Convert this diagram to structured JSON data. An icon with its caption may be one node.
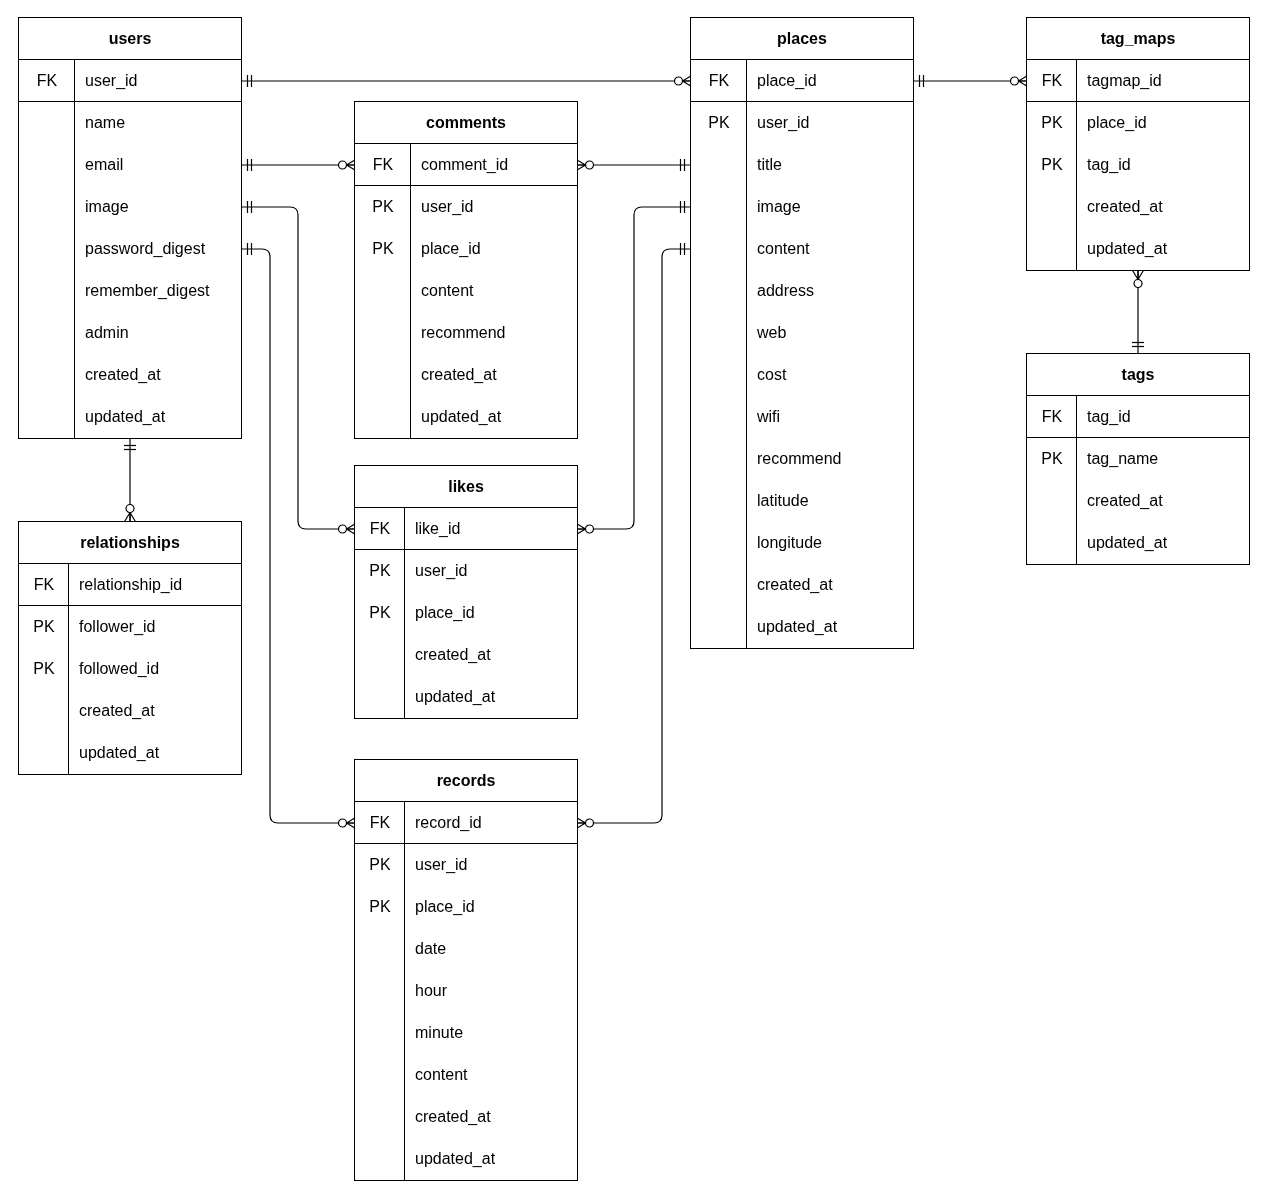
{
  "diagram": {
    "nodes": [
      {
        "text": [
          "users"
        ]
      },
      {
        "text": [
          "FK",
          "user_id"
        ],
        "in": 0
      },
      {
        "text": [
          "name"
        ],
        "in": 0
      },
      {
        "text": [
          "email"
        ],
        "in": 0
      },
      {
        "text": [
          "image"
        ],
        "in": 0
      },
      {
        "text": [
          "password_digest"
        ],
        "in": 0
      },
      {
        "text": [
          "remember_digest"
        ],
        "in": 0
      },
      {
        "text": [
          "admin"
        ],
        "in": 0
      },
      {
        "text": [
          "created_at"
        ],
        "in": 0
      },
      {
        "text": [
          "updated_at"
        ],
        "in": 0
      },
      {
        "text": [
          "comments"
        ]
      },
      {
        "text": [
          "FK",
          "comment_id"
        ],
        "in": 10
      },
      {
        "text": [
          "PK",
          "user_id"
        ],
        "in": 10
      },
      {
        "text": [
          "PK",
          "place_id"
        ],
        "in": 10
      },
      {
        "text": [
          "content"
        ],
        "in": 10
      },
      {
        "text": [
          "recommend"
        ],
        "in": 10
      },
      {
        "text": [
          "created_at"
        ],
        "in": 10
      },
      {
        "text": [
          "updated_at"
        ],
        "in": 10
      },
      {
        "text": [
          "places"
        ]
      },
      {
        "text": [
          "FK",
          "place_id"
        ],
        "in": 18
      },
      {
        "text": [
          "PK",
          "user_id"
        ],
        "in": 18
      },
      {
        "text": [
          "title"
        ],
        "in": 18
      },
      {
        "text": [
          "image"
        ],
        "in": 18
      },
      {
        "text": [
          "content"
        ],
        "in": 18
      },
      {
        "text": [
          "address"
        ],
        "in": 18
      },
      {
        "text": [
          "web"
        ],
        "in": 18
      },
      {
        "text": [
          "cost"
        ],
        "in": 18
      },
      {
        "text": [
          "wifi"
        ],
        "in": 18
      },
      {
        "text": [
          "recommend"
        ],
        "in": 18
      },
      {
        "text": [
          "latitude"
        ],
        "in": 18
      },
      {
        "text": [
          "longitude"
        ],
        "in": 18
      },
      {
        "text": [
          "created_at"
        ],
        "in": 18
      },
      {
        "text": [
          "updated_at"
        ],
        "in": 18
      },
      {
        "text": [
          "tag_maps"
        ]
      },
      {
        "text": [
          "FK",
          "tagmap_id"
        ],
        "in": 33
      },
      {
        "text": [
          "PK",
          "place_id"
        ],
        "in": 33
      },
      {
        "text": [
          "PK",
          "tag_id"
        ],
        "in": 33
      },
      {
        "text": [
          "created_at"
        ],
        "in": 33
      },
      {
        "text": [
          "updated_at"
        ],
        "in": 33
      },
      {
        "text": [
          "relationships"
        ]
      },
      {
        "text": [
          "FK",
          "relationship_id"
        ],
        "in": 39
      },
      {
        "text": [
          "PK",
          "follower_id"
        ],
        "in": 39
      },
      {
        "text": [
          "PK",
          "followed_id"
        ],
        "in": 39
      },
      {
        "text": [
          "created_at"
        ],
        "in": 39
      },
      {
        "text": [
          "updated_at"
        ],
        "in": 39
      },
      {
        "text": [
          "likes"
        ]
      },
      {
        "text": [
          "FK",
          "like_id"
        ],
        "in": 45
      },
      {
        "text": [
          "PK",
          "user_id"
        ],
        "in": 45
      },
      {
        "text": [
          "PK",
          "place_id"
        ],
        "in": 45
      },
      {
        "text": [
          "created_at"
        ],
        "in": 45
      },
      {
        "text": [
          "updated_at"
        ],
        "in": 45
      },
      {
        "text": [
          "tags"
        ]
      },
      {
        "text": [
          "FK",
          "tag_id"
        ],
        "in": 51
      },
      {
        "text": [
          "PK",
          "tag_name"
        ],
        "in": 51
      },
      {
        "text": [
          "created_at"
        ],
        "in": 51
      },
      {
        "text": [
          "updated_at"
        ],
        "in": 51
      },
      {
        "text": [
          "records"
        ]
      },
      {
        "text": [
          "FK",
          "record_id"
        ],
        "in": 56
      },
      {
        "text": [
          "PK",
          "user_id"
        ],
        "in": 56
      },
      {
        "text": [
          "PK",
          "place_id"
        ],
        "in": 56
      },
      {
        "text": [
          "date"
        ],
        "in": 56
      },
      {
        "text": [
          "hour"
        ],
        "in": 56
      },
      {
        "text": [
          "minute"
        ],
        "in": 56
      },
      {
        "text": [
          "content"
        ],
        "in": 56
      },
      {
        "text": [
          "created_at"
        ],
        "in": 56
      },
      {
        "text": [
          "updated_at"
        ],
        "in": 56
      }
    ],
    "edges": [
      {
        "from": 1,
        "to": 19,
        "arrow": "other"
      },
      {
        "from": 19,
        "to": 34,
        "arrow": "other"
      },
      {
        "from": 3,
        "to": 11,
        "arrow": "other"
      },
      {
        "from": 21,
        "to": 11,
        "arrow": "other"
      },
      {
        "from": 4,
        "to": 46,
        "arrow": "other"
      },
      {
        "from": 22,
        "to": 46,
        "arrow": "other"
      },
      {
        "from": 5,
        "to": 57,
        "arrow": "other"
      },
      {
        "from": 23,
        "to": 57,
        "arrow": "other"
      },
      {
        "from": 0,
        "to": 39,
        "arrow": "other"
      },
      {
        "from": 51,
        "to": 33,
        "arrow": "other"
      }
    ]
  }
}
